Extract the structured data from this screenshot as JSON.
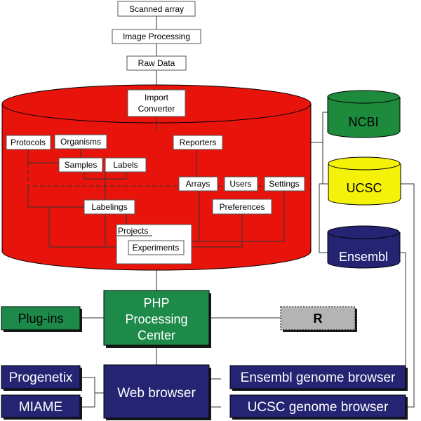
{
  "pipeline": {
    "scanned_array": "Scanned array",
    "image_processing": "Image Processing",
    "raw_data": "Raw Data"
  },
  "database": {
    "color": "#e8140c",
    "import_converter_line1": "Import",
    "import_converter_line2": "Converter",
    "tables": {
      "protocols": "Protocols",
      "organisms": "Organisms",
      "samples": "Samples",
      "labels": "Labels",
      "labelings": "Labelings",
      "reporters": "Reporters",
      "arrays": "Arrays",
      "users": "Users",
      "settings": "Settings",
      "preferences": "Preferences",
      "projects": "Projects",
      "experiments": "Experiments"
    }
  },
  "external_dbs": {
    "ncbi": {
      "label": "NCBI",
      "color": "#1d8a3c"
    },
    "ucsc": {
      "label": "UCSC",
      "color": "#f5f20a"
    },
    "ensembl": {
      "label": "Ensembl",
      "color": "#242472"
    }
  },
  "center": {
    "line1": "PHP",
    "line2": "Processing",
    "line3": "Center",
    "color": "#1d8a4a"
  },
  "plugins": {
    "label": "Plug-ins",
    "color": "#1d8a4a"
  },
  "r_box": {
    "label": "R",
    "color": "#b4b4b4"
  },
  "bottom": {
    "progenetix": "Progenetix",
    "miame": "MIAME",
    "web_browser": "Web browser",
    "ensembl_browser": "Ensembl genome browser",
    "ucsc_browser": "UCSC genome browser",
    "color": "#242472"
  }
}
